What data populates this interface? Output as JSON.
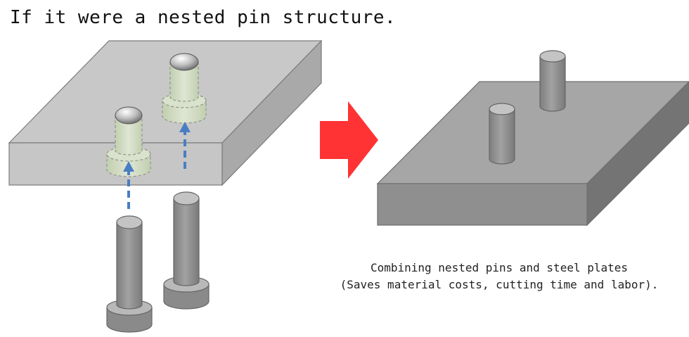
{
  "title": "If it were a nested pin structure.",
  "caption": {
    "line1": "Combining nested pins and steel plates",
    "line2": "(Saves material costs, cutting time and labor)."
  },
  "colors": {
    "plate_top": "#c8c8c8",
    "plate_front": "#c6c6c6",
    "plate_side": "#a9a9a9",
    "solid_top": "#a6a6a6",
    "solid_front": "#8f8f8f",
    "solid_side": "#747474",
    "pin_body": "#8e8e8e",
    "ghost_fill": "#d2dcc4",
    "insert_arrow": "#4a7ec2",
    "process_arrow": "#ff3333"
  },
  "icons": {
    "process_arrow": "right-arrow-icon"
  }
}
